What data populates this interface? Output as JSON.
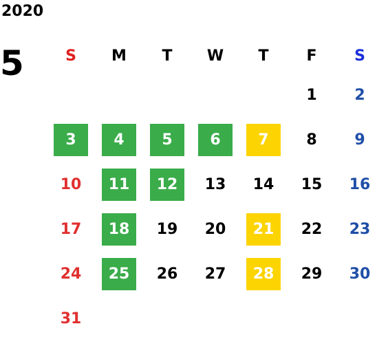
{
  "calendar": {
    "year": "2020",
    "month": "5",
    "weekdays": [
      "S",
      "M",
      "T",
      "W",
      "T",
      "F",
      "S"
    ],
    "weeks": [
      [
        "",
        "",
        "",
        "",
        "",
        "1",
        "2"
      ],
      [
        "3",
        "4",
        "5",
        "6",
        "7",
        "8",
        "9"
      ],
      [
        "10",
        "11",
        "12",
        "13",
        "14",
        "15",
        "16"
      ],
      [
        "17",
        "18",
        "19",
        "20",
        "21",
        "22",
        "23"
      ],
      [
        "24",
        "25",
        "26",
        "27",
        "28",
        "29",
        "30"
      ],
      [
        "31",
        "",
        "",
        "",
        "",
        "",
        ""
      ]
    ],
    "highlights": {
      "3": "green",
      "4": "green",
      "5": "green",
      "6": "green",
      "11": "green",
      "12": "green",
      "18": "green",
      "25": "green",
      "7": "yellow",
      "21": "yellow",
      "28": "yellow"
    },
    "colors": {
      "sunday": "#e03030",
      "saturday": "#1f4fa8",
      "green": "#3aac4a",
      "yellow": "#fcd401"
    }
  }
}
